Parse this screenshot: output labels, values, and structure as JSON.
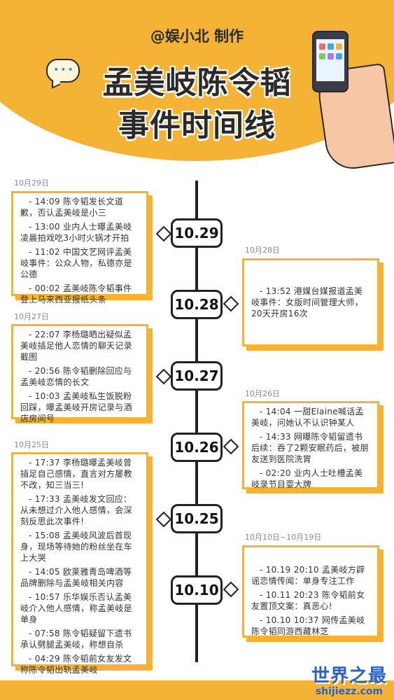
{
  "header": {
    "credit": "@娱小北 制作",
    "title_line1": "孟美岐陈令韬",
    "title_line2": "事件时间线"
  },
  "nodes": [
    "10.29",
    "10.28",
    "10.27",
    "10.26",
    "10.25",
    "10.10"
  ],
  "sections": [
    {
      "date": "10月29日",
      "items": [
        "- 14:09 陈令韬发长文道歉，否认孟美岐是小三",
        "- 13:00 业内人士曝孟美岐凌晨拍戏吃3小时火锅才开拍",
        "- 11:02 中国文艺网评孟美岐事件：公众人物，私德亦是公德",
        "- 00:02 孟美岐陈令韬事件登上马来西亚报纸头条"
      ]
    },
    {
      "date": "10月28日",
      "items": [
        "- 13:52 港媒台媒报道孟美岐事件：女版时间管理大师，20天开房16次"
      ]
    },
    {
      "date": "10月27日",
      "items": [
        "- 22:07 李杨璐晒出疑似孟美岐插足他人恋情的聊天记录截图",
        "- 20:56 陈令韬删除回应与孟美岐恋情的长文",
        "- 10:03 孟美岐私生饭脱粉回踩，曝孟美岐开房记录与酒店房间号"
      ]
    },
    {
      "date": "10月26日",
      "items": [
        "- 14:04 一甜Elaine喊话孟美岐，问她认不认识钟某人",
        "- 14:33 网曝陈令韬留遗书后续：吞了2颗安眠药后，被朋友送到医院洗胃",
        "- 02:20 业内人士吐槽孟美岐录节目耍大牌"
      ]
    },
    {
      "date": "10月25日",
      "items": [
        "- 17:37 李杨璐曝孟美岐曾插足自己感情，直言对方屡教不改，知三当三!",
        "- 17:33 孟美岐发文回应：从未想过介入他人感情，会深刻反思此次事件!",
        "- 15:08 孟美岐风波后首现身，现场等待她的粉丝坐在车上大哭",
        "- 14:05 欧莱雅青岛啤酒等品牌删除与孟美岐相关内容",
        "- 10:57 乐华娱乐否认孟美岐介入他人感情，称孟美岐是单身",
        "- 07:58 陈令韬疑留下遗书承认劈腿孟美岐，称想自杀",
        "- 04:29 陈令韬前女友发文称陈令韬出轨孟美岐"
      ]
    },
    {
      "date": "10月10日~10月19日",
      "items": [
        "- 10.19 20:10 孟美岐方辟谣恋情传闻：单身专注工作",
        "- 10.11 20:23 陈令韬前女友置顶文案：真恶心!",
        "- 10.10 10:37 网传孟美岐陈令韬同游西藏林芝"
      ]
    }
  ],
  "watermark": {
    "cn": "世界之最",
    "en": "shijiezz.com"
  },
  "colors": {
    "accent": "#f5b335",
    "brand_blue": "#2b64c8",
    "line": "#222222"
  }
}
